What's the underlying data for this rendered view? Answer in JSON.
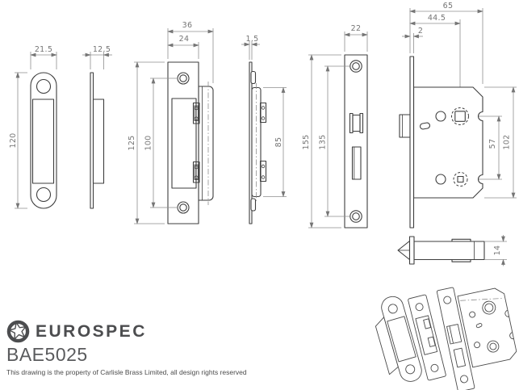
{
  "footer": {
    "brand": "EUROSPEC",
    "product_code": "BAE5025",
    "copyright": "This drawing is the property of Carlisle Brass Limited, all design rights reserved"
  },
  "colors": {
    "part_line": "#3e3e3e",
    "dimension_line": "#8f8f8f",
    "dimension_text": "#757575",
    "brand_gray": "#4c4d4f"
  },
  "views": {
    "strike_box_front": {
      "width": "21.5",
      "height": "120"
    },
    "strike_box_side": {
      "depth": "12.5"
    },
    "strike_plate_front": {
      "overall_width": "36",
      "plate_width": "24",
      "height": "125",
      "screw_centres": "100"
    },
    "strike_plate_side": {
      "thickness": "1.5",
      "box_height": "85"
    },
    "faceplate_front": {
      "width": "22",
      "height": "155",
      "screw_centres": "135"
    },
    "lock_body_side": {
      "depth": "65",
      "backset": "44.5",
      "faceplate_thickness": "2",
      "case_height": "102",
      "follower_centres": "57"
    },
    "latch_bolt_detail": {
      "height": "14"
    }
  }
}
